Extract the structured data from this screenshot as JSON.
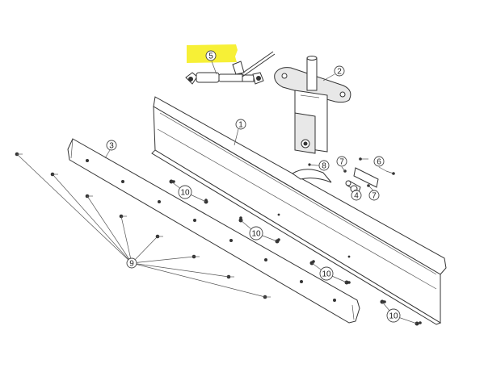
{
  "diagram": {
    "highlight_color": "#f7f036",
    "callouts": [
      {
        "id": "c1",
        "label": "1"
      },
      {
        "id": "c2",
        "label": "2"
      },
      {
        "id": "c3",
        "label": "3"
      },
      {
        "id": "c4",
        "label": "4"
      },
      {
        "id": "c5",
        "label": "5"
      },
      {
        "id": "c6",
        "label": "6"
      },
      {
        "id": "c7a",
        "label": "7"
      },
      {
        "id": "c7b",
        "label": "7"
      },
      {
        "id": "c8",
        "label": "8"
      },
      {
        "id": "c9",
        "label": "9"
      },
      {
        "id": "c10a",
        "label": "10"
      },
      {
        "id": "c10b",
        "label": "10"
      },
      {
        "id": "c10c",
        "label": "10"
      },
      {
        "id": "c10d",
        "label": "10"
      }
    ]
  }
}
